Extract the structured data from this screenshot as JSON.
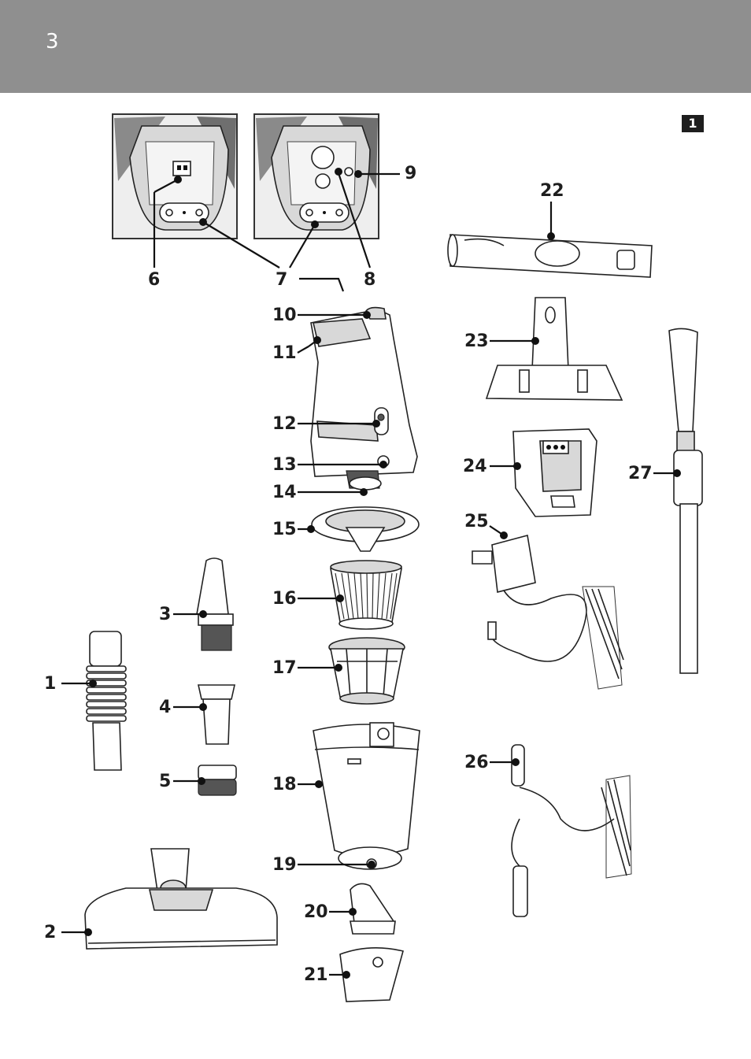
{
  "page": {
    "number": "3",
    "figure_badge": "1"
  },
  "labels": [
    "1",
    "2",
    "3",
    "4",
    "5",
    "6",
    "7",
    "8",
    "9",
    "10",
    "11",
    "12",
    "13",
    "14",
    "15",
    "16",
    "17",
    "18",
    "19",
    "20",
    "21",
    "22",
    "23",
    "24",
    "25",
    "26",
    "27"
  ]
}
